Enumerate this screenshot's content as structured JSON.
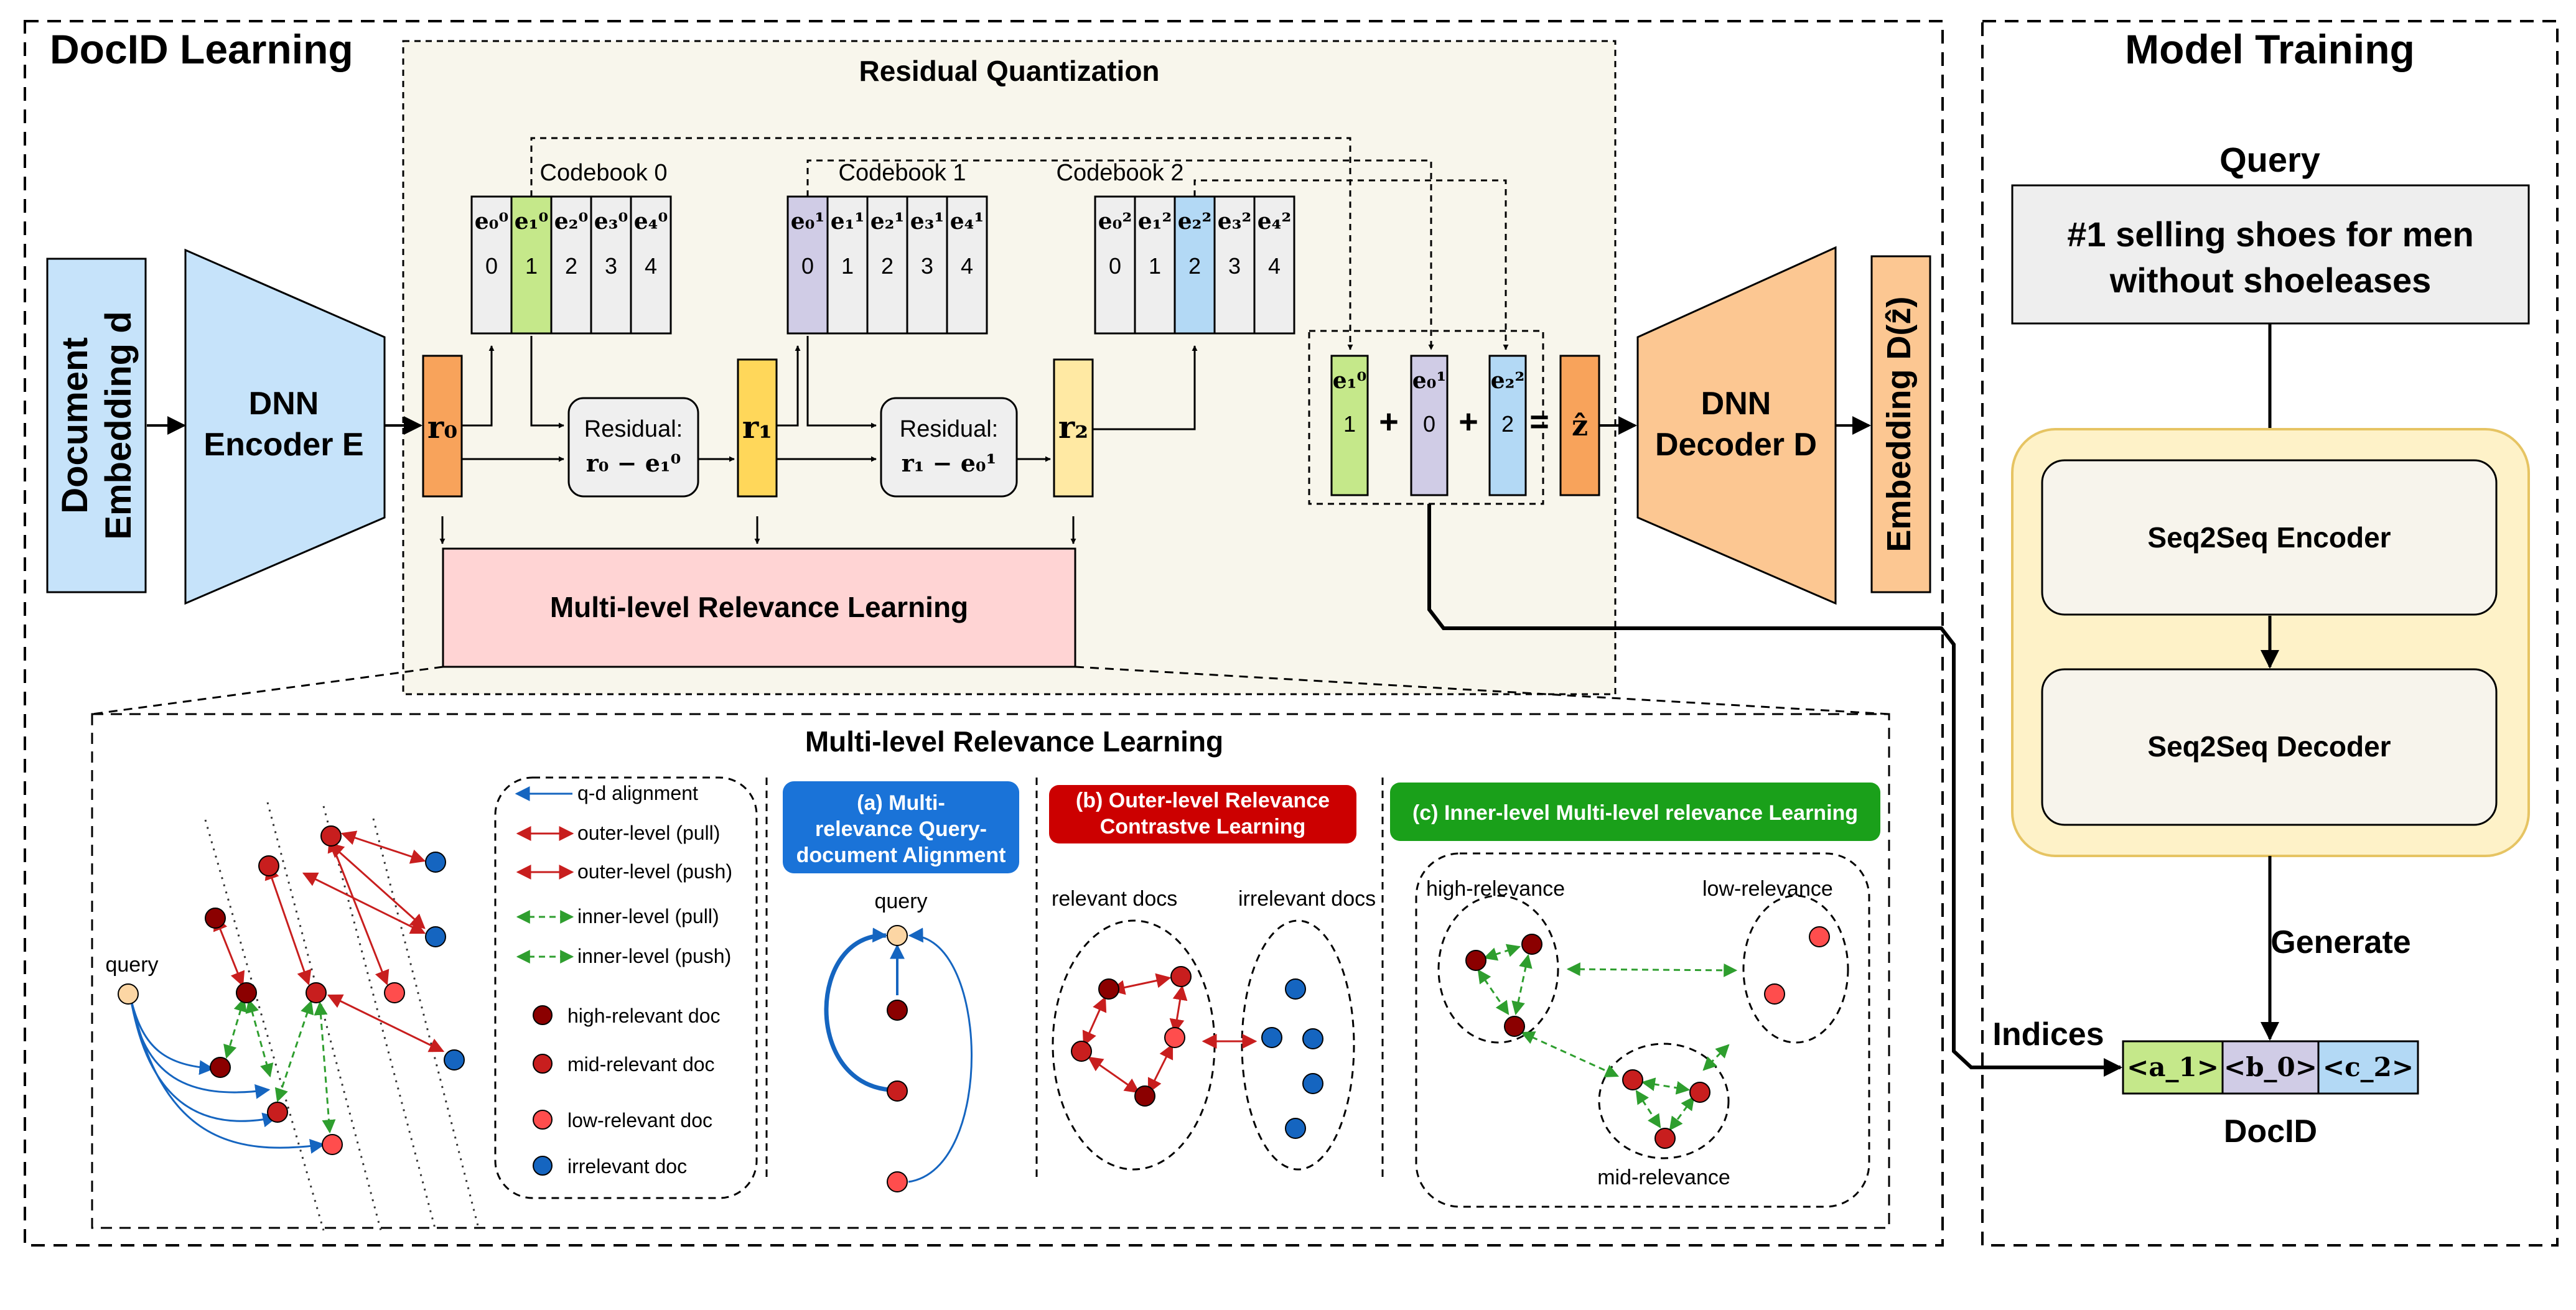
{
  "docid_learning": {
    "title": "DocID Learning",
    "document_embedding": [
      "Document",
      "Embedding d"
    ],
    "encoder": [
      "DNN",
      "Encoder E"
    ],
    "residual_quantization": {
      "title": "Residual Quantization",
      "codebooks": [
        {
          "label": "Codebook 0",
          "vectors": [
            "e₀⁰",
            "e₁⁰",
            "e₂⁰",
            "e₃⁰",
            "e₄⁰"
          ],
          "indices": [
            "0",
            "1",
            "2",
            "3",
            "4"
          ],
          "selected": 1
        },
        {
          "label": "Codebook 1",
          "vectors": [
            "e₀¹",
            "e₁¹",
            "e₂¹",
            "e₃¹",
            "e₄¹"
          ],
          "indices": [
            "0",
            "1",
            "2",
            "3",
            "4"
          ],
          "selected": 0
        },
        {
          "label": "Codebook 2",
          "vectors": [
            "e₀²",
            "e₁²",
            "e₂²",
            "e₃²",
            "e₄²"
          ],
          "indices": [
            "0",
            "1",
            "2",
            "3",
            "4"
          ],
          "selected": 2
        }
      ],
      "residuals": [
        "r₀",
        "r₁",
        "r₂"
      ],
      "residual_box_1": [
        "Residual:",
        "r₀ − e₁⁰"
      ],
      "residual_box_2": [
        "Residual:",
        "r₁ − e₀¹"
      ],
      "sum_terms": [
        {
          "vector": "e₁⁰",
          "index": "1"
        },
        {
          "vector": "e₀¹",
          "index": "0"
        },
        {
          "vector": "e₂²",
          "index": "2"
        }
      ],
      "plus": "+",
      "equals": "=",
      "z_hat": "ẑ"
    },
    "decoder": [
      "DNN",
      "Decoder D"
    ],
    "output_embedding": "Embedding D(ẑ)",
    "mlrl_box": "Multi-level Relevance Learning"
  },
  "mlrl_detail": {
    "title": "Multi-level Relevance Learning",
    "query_label": "query",
    "legend": [
      {
        "label": "q-d alignment",
        "type": "blue-arrow"
      },
      {
        "label": "outer-level (pull)",
        "type": "red-pull"
      },
      {
        "label": "outer-level (push)",
        "type": "red-push"
      },
      {
        "label": "inner-level (pull)",
        "type": "green-pull"
      },
      {
        "label": "inner-level (push)",
        "type": "green-push"
      },
      {
        "label": "high-relevant doc",
        "type": "dot-dark"
      },
      {
        "label": "mid-relevant doc",
        "type": "dot-mid"
      },
      {
        "label": "low-relevant doc",
        "type": "dot-light"
      },
      {
        "label": "irrelevant doc",
        "type": "dot-blue"
      }
    ],
    "panel_a": {
      "header": [
        "(a)  Multi-",
        "relevance Query-",
        "document Alignment"
      ],
      "query_label": "query"
    },
    "panel_b": {
      "header": [
        "(b) Outer-level Relevance",
        "Contrastve Learning"
      ],
      "relevant": "relevant docs",
      "irrelevant": "irrelevant docs"
    },
    "panel_c": {
      "header": "(c)  Inner-level Multi-level relevance Learning",
      "high": "high-relevance",
      "low": "low-relevance",
      "mid": "mid-relevance"
    }
  },
  "model_training": {
    "title": "Model Training",
    "query_label": "Query",
    "query_text": [
      "#1 selling shoes for men",
      "without shoeleases"
    ],
    "encoder": "Seq2Seq Encoder",
    "decoder": "Seq2Seq Decoder",
    "generate": "Generate",
    "indices_label": "Indices",
    "docid_tokens": [
      "<a_1>",
      "<b_0>",
      "<c_2>"
    ],
    "docid_label": "DocID"
  },
  "colors": {
    "dark_red": "#8b0000",
    "mid_red": "#c81e1e",
    "light_red": "#ff4d4d",
    "blue_doc": "#1565c0",
    "green_line": "#2e9e2e",
    "green_fill": "#c5e88a",
    "purple_fill": "#d0cce6",
    "light_blue_fill": "#b3d9f5",
    "orange": "#f8a35b",
    "yellow": "#ffe27a"
  }
}
